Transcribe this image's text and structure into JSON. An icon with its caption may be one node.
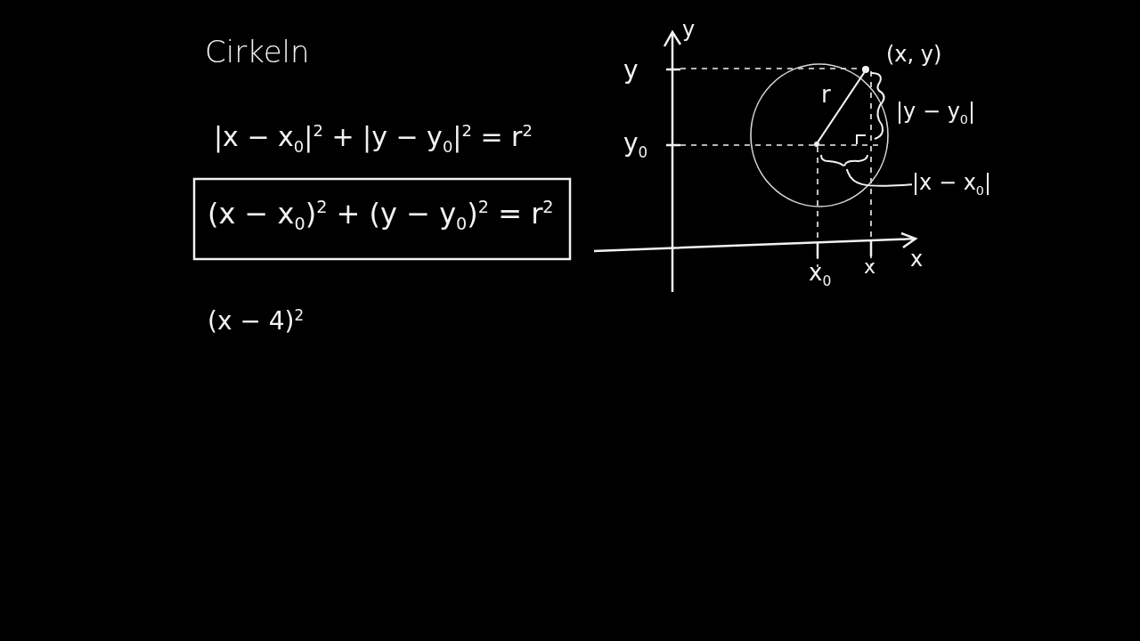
{
  "diagram": {
    "title": "Cirkeln",
    "nodes": [
      {
        "text": [
          "(x − x$_{0}$)$^{2}$ + (y − y$_{0}$)$^{2}$ = r$^{2}$"
        ]
      },
      {
        "text": [
          "|x − x$_{0}$|"
        ]
      },
      {
        "text": [],
        "shape": "brace"
      }
    ],
    "edges": [
      {
        "from": 1,
        "to": 2,
        "arrow": "none"
      }
    ],
    "labels": [
      "|x − x$_{0}$|$^{2}$ + |y − y$_{0}$|$^{2}$ = r$^{2}$",
      "(x − 4)$^{2}$",
      "y",
      "(x, y)",
      "y",
      "r",
      "|y − y$_{0}$|",
      "y$_{0}$",
      "x",
      "x$_{0}$",
      "x"
    ]
  }
}
